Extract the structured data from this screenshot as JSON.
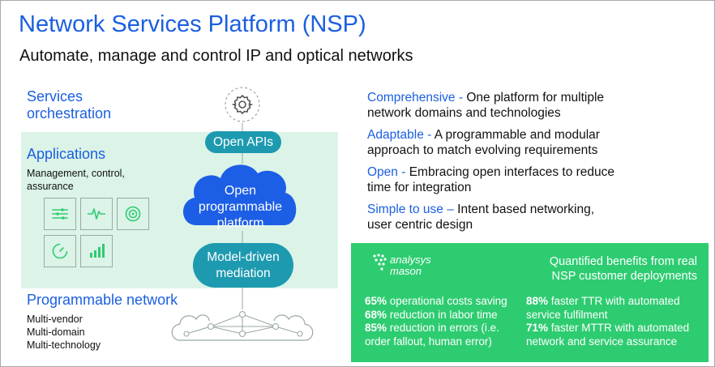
{
  "header": {
    "title": "Network Services Platform (NSP)",
    "subtitle": "Automate, manage and control IP and optical networks"
  },
  "left": {
    "services": {
      "line1": "Services",
      "line2": "orchestration"
    },
    "applications": {
      "title": "Applications",
      "desc_line1": "Management, control,",
      "desc_line2": "assurance"
    },
    "programmable_network": {
      "title": "Programmable network",
      "items": [
        "Multi-vendor",
        "Multi-domain",
        "Multi-technology"
      ]
    }
  },
  "center": {
    "open_apis": "Open APIs",
    "cloud": {
      "line1": "Open",
      "line2": "programmable",
      "line3": "platform"
    },
    "mediation": {
      "line1": "Model-driven",
      "line2": "mediation"
    }
  },
  "features": [
    {
      "key": "Comprehensive -",
      "text": " One platform for multiple",
      "line2": "network domains and technologies"
    },
    {
      "key": "Adaptable -",
      "text": " A programmable and modular",
      "line2": "approach to match evolving requirements"
    },
    {
      "key": "Open -",
      "text": " Embracing open interfaces to reduce",
      "line2": "time for integration"
    },
    {
      "key": "Simple to use –",
      "text": " Intent based networking,",
      "line2": "user centric design"
    }
  ],
  "benefits": {
    "logo": {
      "line1": "analysys",
      "line2": "mason"
    },
    "heading": {
      "line1": "Quantified benefits from real",
      "line2": "NSP customer deployments"
    },
    "left_col": [
      {
        "pct": "65%",
        "text": " operational costs saving"
      },
      {
        "pct": "68%",
        "text": " reduction in labor time"
      },
      {
        "pct": "85%",
        "text": " reduction in errors (i.e.",
        "cont": "order fallout, human error)"
      }
    ],
    "right_col": [
      {
        "pct": "88%",
        "text": " faster TTR with automated",
        "cont": "service fulfilment"
      },
      {
        "pct": "71%",
        "text": " faster MTTR with automated",
        "cont": "network and service assurance"
      }
    ]
  },
  "colors": {
    "accent_blue": "#1b5fe0",
    "teal": "#1e9ab0",
    "cloud_blue": "#1c5ee6",
    "green": "#2ecc71",
    "band": "#dcf3e8"
  },
  "icons": [
    "gear-icon",
    "list-icon",
    "pulse-icon",
    "target-icon",
    "gauge-icon",
    "bar-chart-icon",
    "analysys-mason-logo",
    "network-cloud-icon"
  ]
}
